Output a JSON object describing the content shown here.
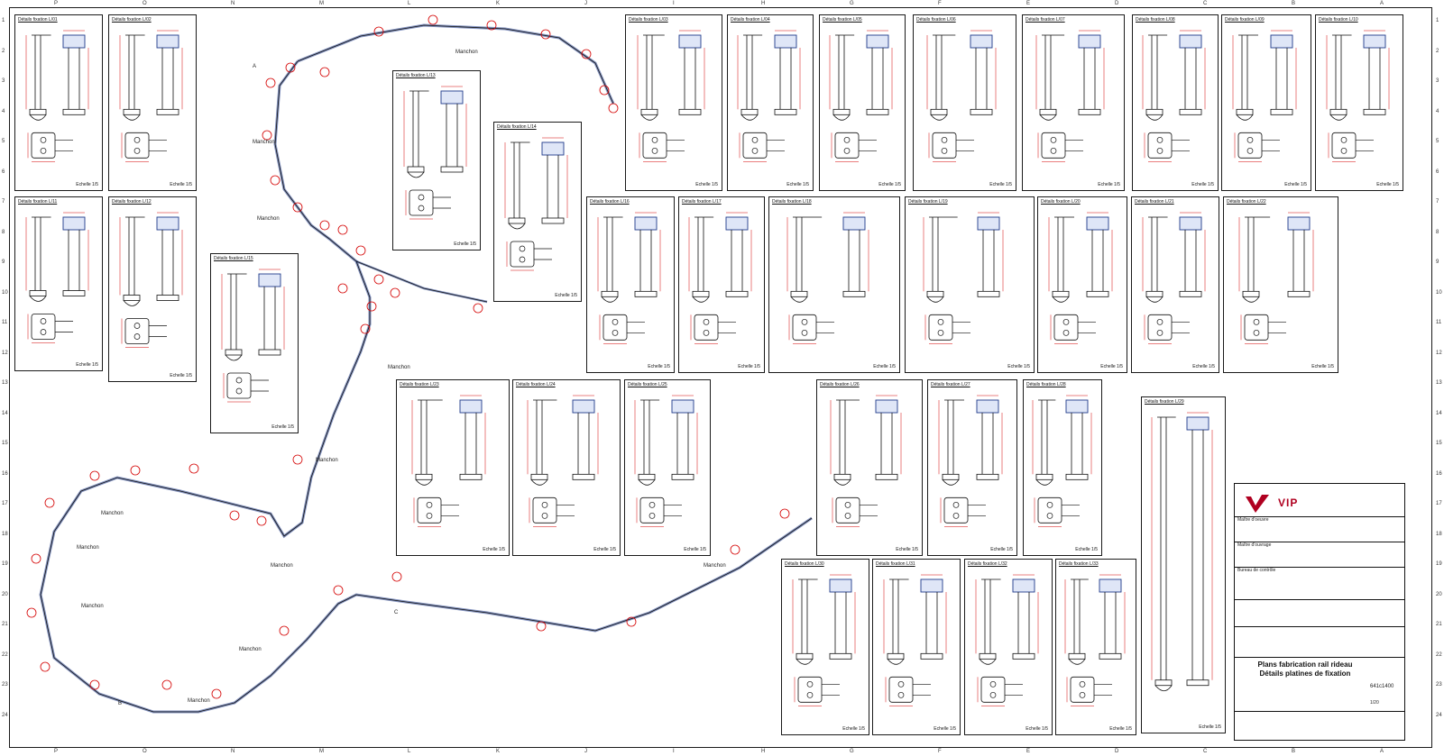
{
  "ruler": {
    "top": [
      "P",
      "O",
      "N",
      "M",
      "L",
      "K",
      "J",
      "I",
      "H",
      "G",
      "F",
      "E",
      "D",
      "C",
      "B",
      "A"
    ],
    "left": [
      "1",
      "2",
      "3",
      "4",
      "5",
      "6",
      "7",
      "8",
      "9",
      "10",
      "11",
      "12",
      "13",
      "14",
      "15",
      "16",
      "17",
      "18",
      "19",
      "20",
      "21",
      "22",
      "23",
      "24"
    ]
  },
  "details": [
    {
      "title": "Détails fixation L/01",
      "scale": "Echelle 1/5"
    },
    {
      "title": "Détails fixation L/02",
      "scale": "Echelle 1/5"
    },
    {
      "title": "Détails fixation L/03",
      "scale": "Echelle 1/5"
    },
    {
      "title": "Détails fixation L/04",
      "scale": "Echelle 1/5"
    },
    {
      "title": "Détails fixation L/05",
      "scale": "Echelle 1/5"
    },
    {
      "title": "Détails fixation L/06",
      "scale": "Echelle 1/5"
    },
    {
      "title": "Détails fixation L/07",
      "scale": "Echelle 1/5"
    },
    {
      "title": "Détails fixation L/08",
      "scale": "Echelle 1/5"
    },
    {
      "title": "Détails fixation L/09",
      "scale": "Echelle 1/5"
    },
    {
      "title": "Détails fixation L/10",
      "scale": "Echelle 1/5"
    },
    {
      "title": "Détails fixation L/11",
      "scale": "Echelle 1/5"
    },
    {
      "title": "Détails fixation L/12",
      "scale": "Echelle 1/5"
    },
    {
      "title": "Détails fixation L/13",
      "scale": "Echelle 1/5"
    },
    {
      "title": "Détails fixation L/14",
      "scale": "Echelle 1/5"
    },
    {
      "title": "Détails fixation L/15",
      "scale": "Echelle 1/5"
    },
    {
      "title": "Détails fixation L/16",
      "scale": "Echelle 1/5"
    },
    {
      "title": "Détails fixation L/17",
      "scale": "Echelle 1/5"
    },
    {
      "title": "Détails fixation L/18",
      "scale": "Echelle 1/5"
    },
    {
      "title": "Détails fixation L/19",
      "scale": "Echelle 1/5"
    },
    {
      "title": "Détails fixation L/20",
      "scale": "Echelle 1/5"
    },
    {
      "title": "Détails fixation L/21",
      "scale": "Echelle 1/5"
    },
    {
      "title": "Détails fixation L/22",
      "scale": "Echelle 1/5"
    },
    {
      "title": "Détails fixation L/23",
      "scale": "Echelle 1/5"
    },
    {
      "title": "Détails fixation L/24",
      "scale": "Echelle 1/5"
    },
    {
      "title": "Détails fixation L/25",
      "scale": "Echelle 1/5"
    },
    {
      "title": "Détails fixation L/26",
      "scale": "Echelle 1/5"
    },
    {
      "title": "Détails fixation L/27",
      "scale": "Echelle 1/5"
    },
    {
      "title": "Détails fixation L/28",
      "scale": "Echelle 1/5"
    },
    {
      "title": "Détails fixation L/29",
      "scale": "Echelle 1/5"
    },
    {
      "title": "Détails fixation L/30",
      "scale": "Echelle 1/5"
    },
    {
      "title": "Détails fixation L/31",
      "scale": "Echelle 1/5"
    },
    {
      "title": "Détails fixation L/32",
      "scale": "Echelle 1/5"
    },
    {
      "title": "Détails fixation L/33",
      "scale": "Echelle 1/5"
    }
  ],
  "plan_labels": {
    "manchon": "Manchon",
    "detail_a": "A",
    "detail_b": "B",
    "detail_c": "C"
  },
  "title_block": {
    "brand": "VIP",
    "maitre_oeuvre": "Maître d'oeuvre",
    "maitre_ouvrage": "Maître d'ouvrage",
    "bureau_controle": "Bureau de contrôle",
    "title_line1": "Plans fabrication rail rideau",
    "title_line2": "Détails platines de fixation",
    "numero": "641c1400",
    "echelle": "1/20"
  },
  "colors": {
    "line": "#1a1a1a",
    "dimension": "#d40000",
    "plate": "#1f3a8a",
    "brand": "#b00020"
  }
}
